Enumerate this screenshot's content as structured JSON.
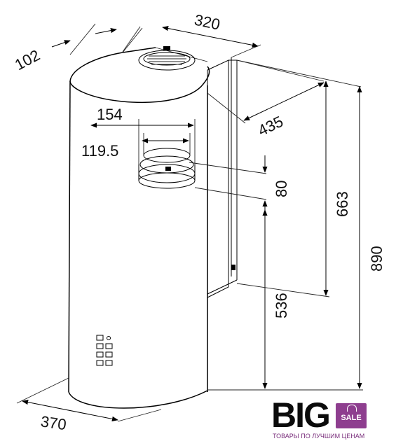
{
  "dimensions": {
    "top_width": "320",
    "side_depth": "102",
    "total_depth": "435",
    "outlet_outer": "154",
    "outlet_inner": "119.5",
    "outlet_height": "80",
    "upper_height": "663",
    "total_height": "890",
    "lower_height": "536",
    "base_width": "370"
  },
  "logo": {
    "word": "BIG",
    "badge": "SALE",
    "tagline": "ТОВАРЫ ПО ЛУЧШИМ ЦЕНАМ"
  },
  "colors": {
    "line": "#000000",
    "logo_badge": "#8e3e8f",
    "logo_tagline": "#7a2f7c"
  }
}
